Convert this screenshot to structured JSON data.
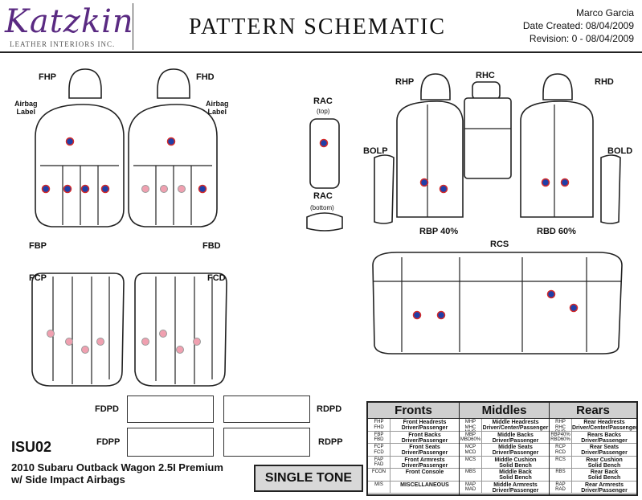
{
  "header": {
    "logo_text": "Katzkin",
    "logo_subtext": "LEATHER INTERIORS INC.",
    "title": "PATTERN SCHEMATIC",
    "author": "Marco Garcia",
    "date_created": "Date Created: 08/04/2009",
    "revision": "Revision:  0 -  08/04/2009"
  },
  "labels": {
    "fhp": "FHP",
    "fhd": "FHD",
    "airbag_left": "Airbag\nLabel",
    "airbag_right": "Airbag\nLabel",
    "fbp": "FBP",
    "fbd": "FBD",
    "fcp": "FCP",
    "fcd": "FCD",
    "rac": "RAC",
    "rac_top": "(top)",
    "rac2": "RAC",
    "rac_bottom": "(bottom)",
    "rhp": "RHP",
    "rhc": "RHC",
    "rhd": "RHD",
    "bolp": "BOLP",
    "bold": "BOLD",
    "rbp": "RBP 40%",
    "rbd": "RBD 60%",
    "rcs": "RCS"
  },
  "boxes": {
    "fdpd": "FDPD",
    "rdpd": "RDPD",
    "fdpp": "FDPP",
    "rdpp": "RDPP"
  },
  "footer": {
    "isu": "ISU02",
    "vehicle_line1": "2010 Subaru Outback Wagon 2.5I Premium",
    "vehicle_line2": "w/ Side Impact Airbags",
    "tone": "SINGLE TONE"
  },
  "legend": {
    "fronts": {
      "heading": "Fronts",
      "rows": [
        {
          "codes": "FHP\nFHD",
          "text": "Front Headrests\nDriver/Passenger"
        },
        {
          "codes": "FBP\nFBD",
          "text": "Front Backs\nDriver/Passenger"
        },
        {
          "codes": "FCP\nFCD",
          "text": "Front Seats\nDriver/Passenger"
        },
        {
          "codes": "FAP\nFAD",
          "text": "Front Armrests\nDriver/Passenger"
        },
        {
          "codes": "FCON",
          "text": "Front Console"
        },
        {
          "codes": "MIS",
          "text": "MISCELLANEOUS"
        }
      ]
    },
    "middles": {
      "heading": "Middles",
      "rows": [
        {
          "codes": "MHP\nMHC\nMHD",
          "text": "Middle Headrests\nDriver/Center/Passenger"
        },
        {
          "codes": "MBP\nMBD60%",
          "text": "Middle Backs\nDriver/Passenger"
        },
        {
          "codes": "MCP\nMCD",
          "text": "Middle Seats\nDriver/Passenger"
        },
        {
          "codes": "MCS",
          "text": "Middle Cushion\nSolid Bench"
        },
        {
          "codes": "MBS",
          "text": "Middle Back\nSolid Bench"
        },
        {
          "codes": "MAP\nMAD",
          "text": "Middle Armrests\nDriver/Passenger"
        }
      ]
    },
    "rears": {
      "heading": "Rears",
      "rows": [
        {
          "codes": "RHP\nRHC\nRHD",
          "text": "Rear Headrests\nDriver/Center/Passenger"
        },
        {
          "codes": "RBP40%\nRBD60%",
          "text": "Rears Backs\nDriver/Passenger"
        },
        {
          "codes": "RCP\nRCD",
          "text": "Rear Seats\nDriver/Passenger"
        },
        {
          "codes": "RCS",
          "text": "Rear Cushion\nSolid Bench"
        },
        {
          "codes": "RBS",
          "text": "Rear Back\nSolid Bench"
        },
        {
          "codes": "RAP\nRAD",
          "text": "Rear Armrests\nDriver/Passenger"
        }
      ]
    }
  },
  "colors": {
    "brand": "#5a2a82",
    "marker_fill": "#1f3fa8",
    "marker_ring": "#d42a2a",
    "marker_light": "#f0a0b0"
  }
}
